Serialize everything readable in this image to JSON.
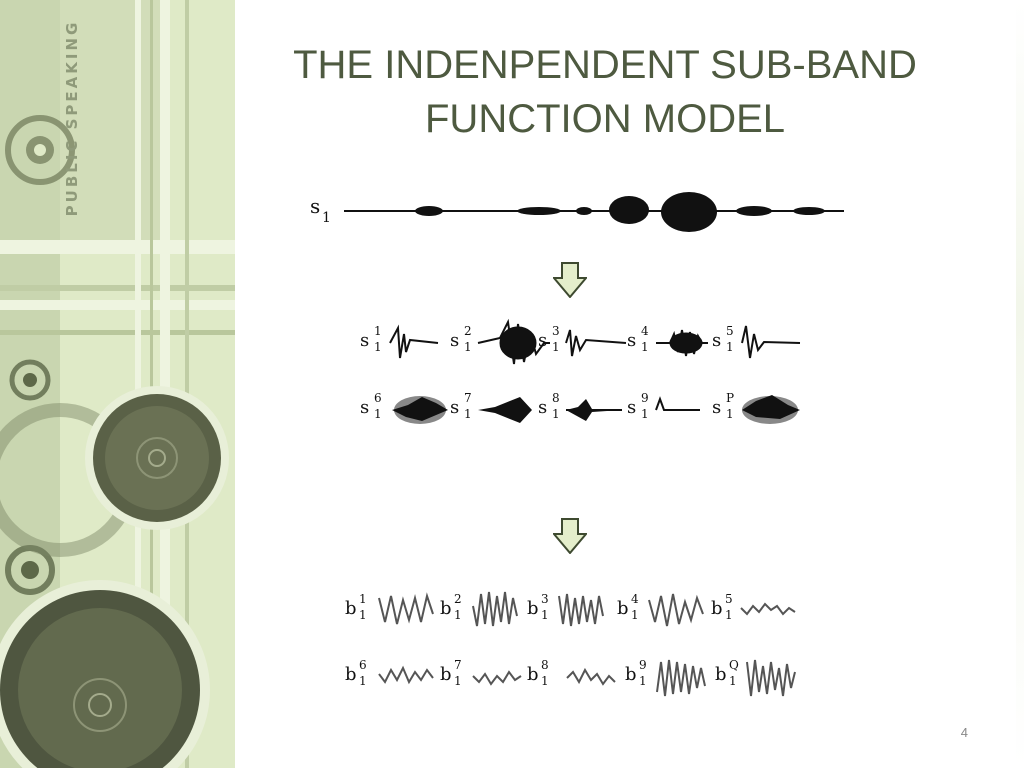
{
  "slide": {
    "title_line1": "THE INDENPENDENT SUB-BAND",
    "title_line2": "FUNCTION MODEL",
    "page_number": "4",
    "sidebar_label": "PUBLIC SPEAKING"
  },
  "colors": {
    "title": "#4e5a40",
    "sidebar_bg": "#dfeac7",
    "arrow_fill": "#e4eecb",
    "arrow_stroke": "#3e4a30"
  },
  "signals": {
    "main": {
      "base": "s",
      "sub": "1"
    },
    "subband_row1": [
      {
        "base": "s",
        "sup": "1",
        "sub": "1"
      },
      {
        "base": "s",
        "sup": "2",
        "sub": "1"
      },
      {
        "base": "s",
        "sup": "3",
        "sub": "1"
      },
      {
        "base": "s",
        "sup": "4",
        "sub": "1"
      },
      {
        "base": "s",
        "sup": "5",
        "sub": "1"
      }
    ],
    "subband_row2": [
      {
        "base": "s",
        "sup": "6",
        "sub": "1"
      },
      {
        "base": "s",
        "sup": "7",
        "sub": "1"
      },
      {
        "base": "s",
        "sup": "8",
        "sub": "1"
      },
      {
        "base": "s",
        "sup": "9",
        "sub": "1"
      },
      {
        "base": "s",
        "sup": "P",
        "sub": "1"
      }
    ],
    "basis_row1": [
      {
        "base": "b",
        "sup": "1",
        "sub": "1"
      },
      {
        "base": "b",
        "sup": "2",
        "sub": "1"
      },
      {
        "base": "b",
        "sup": "3",
        "sub": "1"
      },
      {
        "base": "b",
        "sup": "4",
        "sub": "1"
      },
      {
        "base": "b",
        "sup": "5",
        "sub": "1"
      }
    ],
    "basis_row2": [
      {
        "base": "b",
        "sup": "6",
        "sub": "1"
      },
      {
        "base": "b",
        "sup": "7",
        "sub": "1"
      },
      {
        "base": "b",
        "sup": "8",
        "sub": "1"
      },
      {
        "base": "b",
        "sup": "9",
        "sub": "1"
      },
      {
        "base": "b",
        "sup": "Q",
        "sub": "1"
      }
    ]
  }
}
